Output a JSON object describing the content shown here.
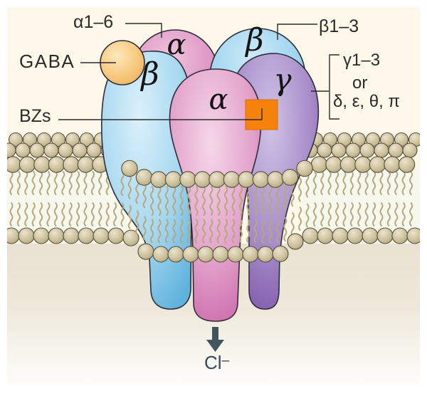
{
  "labels": {
    "alpha_range": "α1–6",
    "gaba": "GABA",
    "bzs": "BZs",
    "beta_range": "β1–3",
    "gamma_range": "γ1–3",
    "or": "or",
    "delta_variants": "δ, ε, θ, π",
    "chloride": "Cl",
    "chloride_charge": "–"
  },
  "subunits": [
    {
      "id": "alpha-back",
      "label": "α",
      "color": "#dd96c4"
    },
    {
      "id": "beta-back",
      "label": "β",
      "color": "#9fd4ee"
    },
    {
      "id": "beta-left",
      "label": "β",
      "color": "#a8d8f0"
    },
    {
      "id": "gamma-right",
      "label": "γ",
      "color": "#a78cc9"
    },
    {
      "id": "alpha-front",
      "label": "α",
      "color": "#e2a0ca"
    }
  ],
  "sites": {
    "gaba_ball_color": "#f7c97e",
    "bz_square_color": "#f5820b"
  },
  "membrane": {
    "head_color": "#cdc19d",
    "tail_color": "#b5a87c"
  },
  "colors": {
    "extracellular_bg": "#fdf8e9",
    "intracellular_bg": "#e9e2d1",
    "arrow": "#44545e",
    "text": "#2b2b2b",
    "outline": "#2e2e3a"
  }
}
